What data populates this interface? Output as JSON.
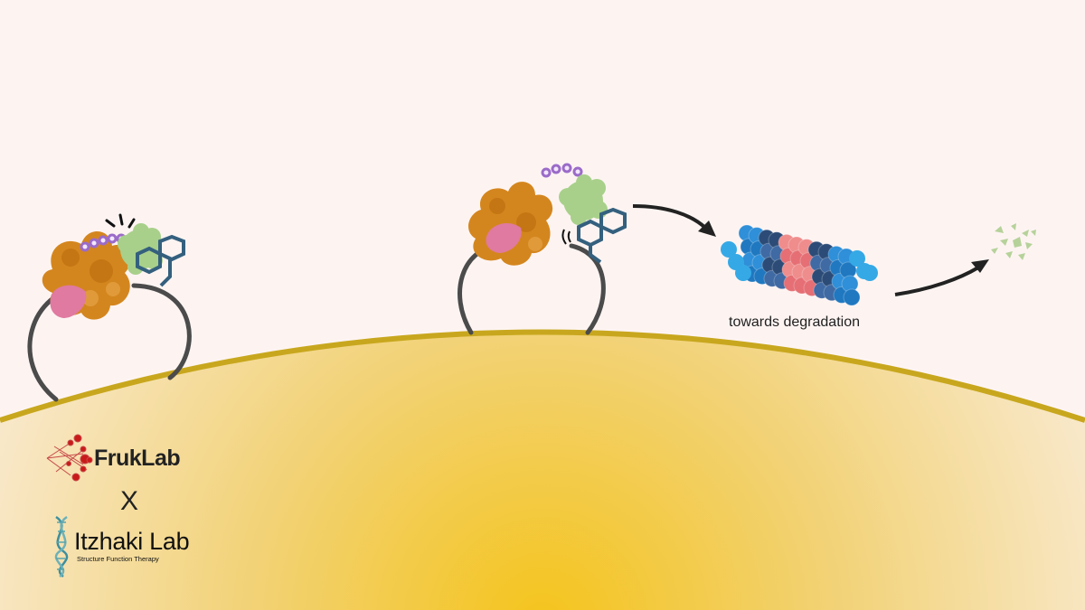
{
  "caption": "towards degradation",
  "logos": {
    "fruklab": "FrukLab",
    "separator": "X",
    "itzhaki": "Itzhaki Lab",
    "itzhaki_tagline": "Structure Function Therapy"
  },
  "colors": {
    "background": "#fdf4f2",
    "cell_fill": "#f5c82a",
    "cell_edge": "#c8a71e",
    "loop": "#4b4b4b",
    "target_protein": "#d4861e",
    "binding_site": "#e07aa0",
    "e3_ligase": "#a8d08a",
    "ubiquitin": "#9b6bc9",
    "linker_ring": "#34607e",
    "proteasome_blue": "#2f8fd8",
    "proteasome_navy": "#2c4c77",
    "proteasome_pink": "#ef8d8c",
    "fragments": "#b6d29a",
    "arrow": "#222222"
  }
}
